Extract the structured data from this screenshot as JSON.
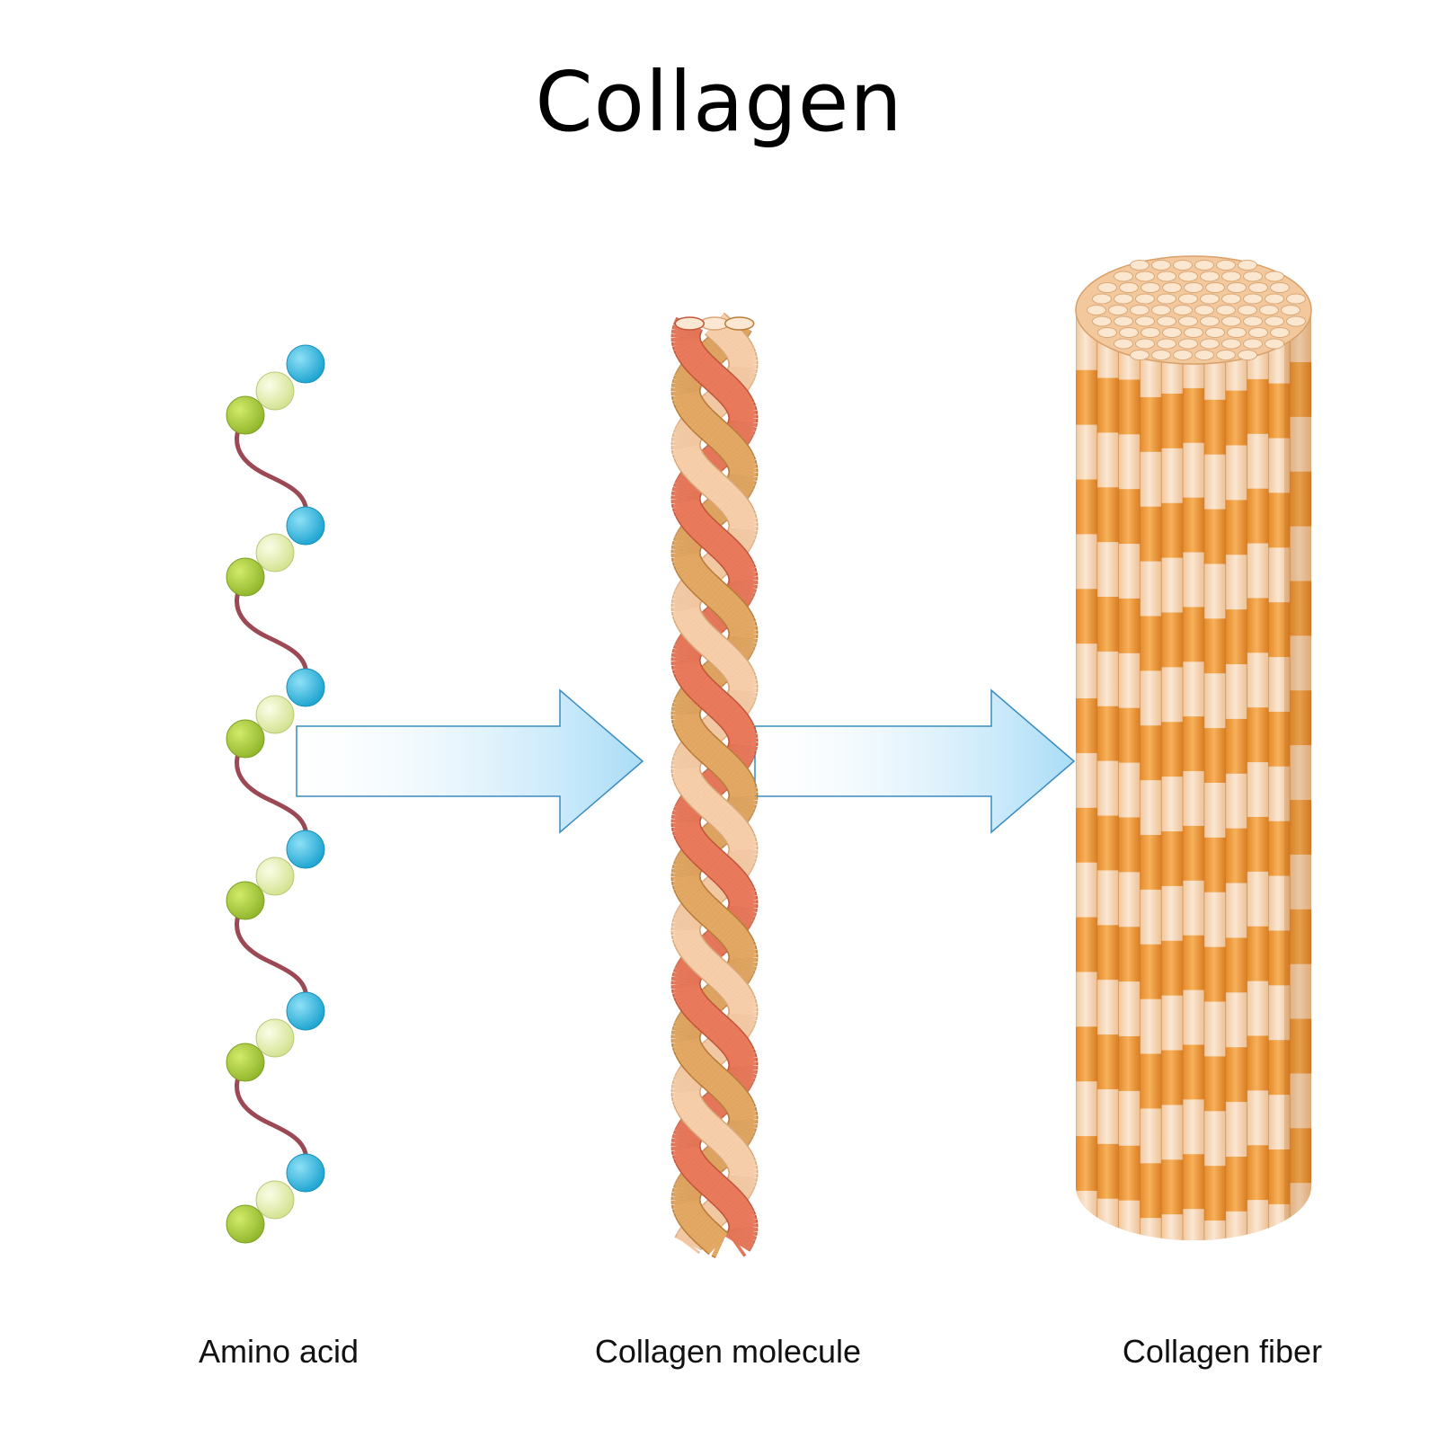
{
  "title": "Collagen",
  "labels": {
    "amino_acid": "Amino acid",
    "molecule": "Collagen molecule",
    "fiber": "Collagen fiber"
  },
  "colors": {
    "blue_bead": "#2fb0d8",
    "light_green_bead": "#e3efaa",
    "green_bead": "#a8c83a",
    "chain": "#9b4a55",
    "strand_light": "#f6ceaa",
    "strand_tan": "#e2a864",
    "strand_red": "#ea7a5c",
    "fiber_orange": "#ef9f42",
    "fiber_cream": "#f7d9bb",
    "arrow": "#a9dcf7"
  }
}
